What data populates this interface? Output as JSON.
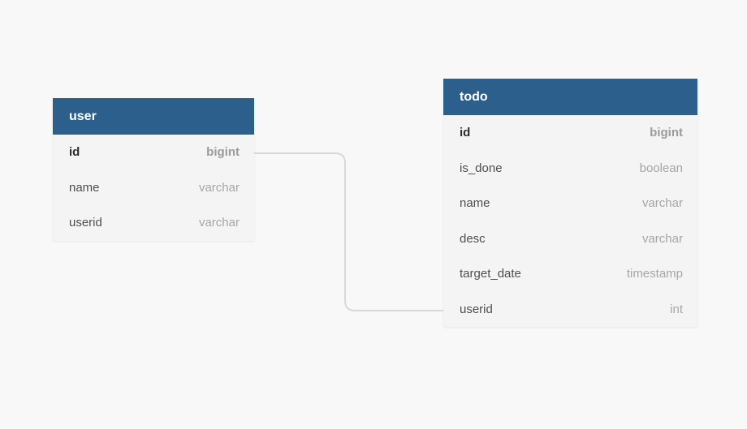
{
  "canvas": {
    "background_color": "#f8f8f9"
  },
  "colors": {
    "table_header_bg": "#2d5f8c",
    "table_header_text": "#ffffff",
    "table_body_bg": "#f4f4f4",
    "pk_name_text": "#2d2d2d",
    "pk_type_text": "#9b9b9b",
    "column_name_text": "#4e4e4e",
    "column_type_text": "#a6a6a6",
    "connector_line": "#d8d8d8"
  },
  "tables": [
    {
      "name": "user",
      "columns": [
        {
          "name": "id",
          "type": "bigint",
          "primary_key": true
        },
        {
          "name": "name",
          "type": "varchar",
          "primary_key": false
        },
        {
          "name": "userid",
          "type": "varchar",
          "primary_key": false
        }
      ]
    },
    {
      "name": "todo",
      "columns": [
        {
          "name": "id",
          "type": "bigint",
          "primary_key": true
        },
        {
          "name": "is_done",
          "type": "boolean",
          "primary_key": false
        },
        {
          "name": "name",
          "type": "varchar",
          "primary_key": false
        },
        {
          "name": "desc",
          "type": "varchar",
          "primary_key": false
        },
        {
          "name": "target_date",
          "type": "timestamp",
          "primary_key": false
        },
        {
          "name": "userid",
          "type": "int",
          "primary_key": false
        }
      ]
    }
  ],
  "relationships": [
    {
      "from_table": "user",
      "from_column": "id",
      "to_table": "todo",
      "to_column": "userid"
    }
  ]
}
